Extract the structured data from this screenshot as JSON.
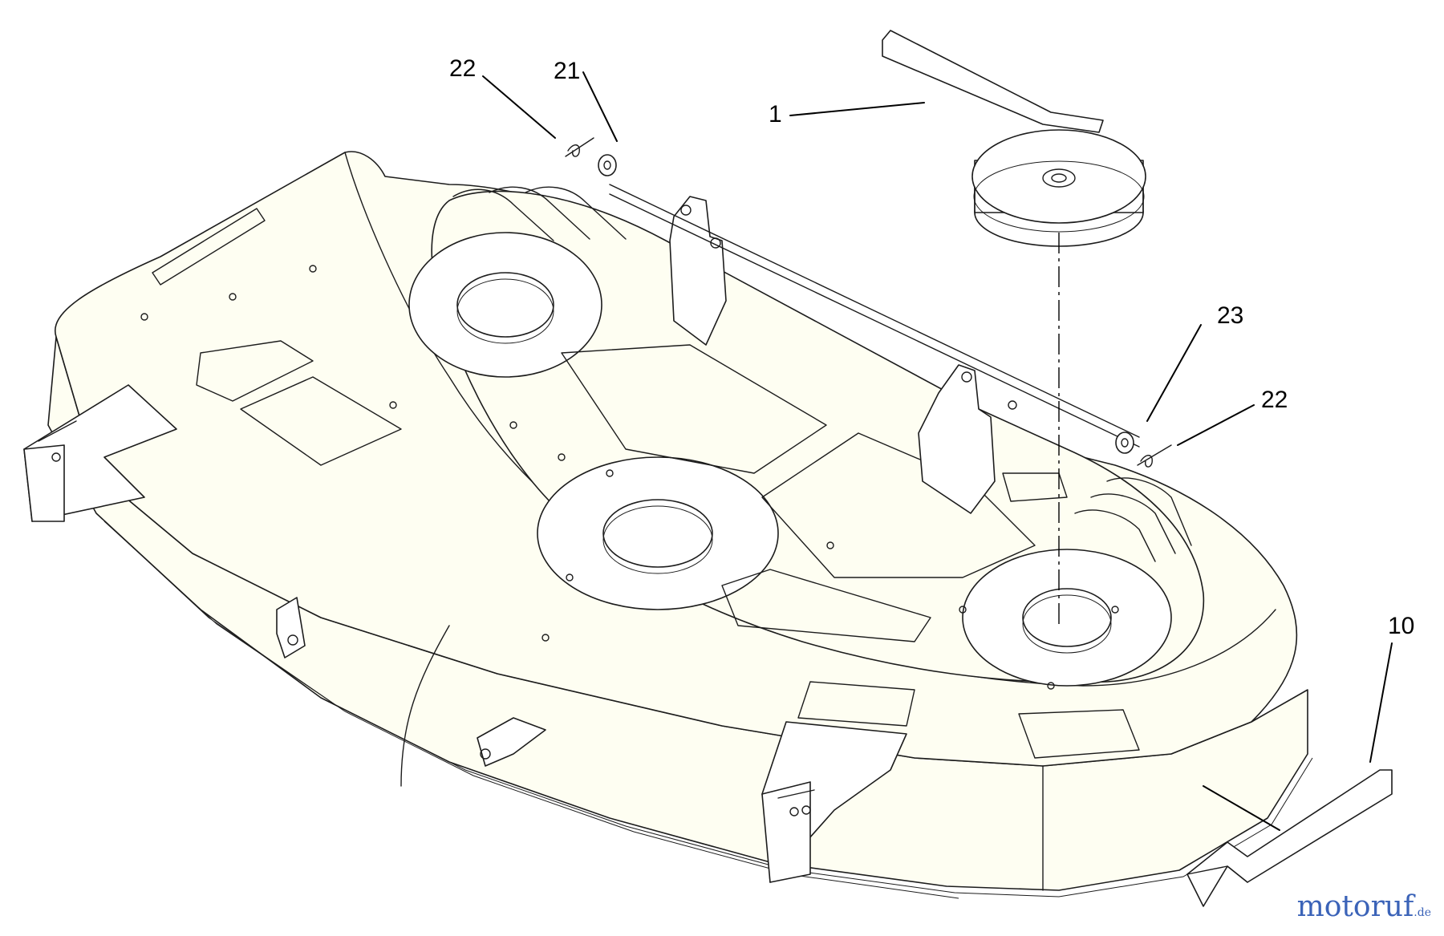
{
  "callouts": {
    "c1": "1",
    "c10": "10",
    "c21": "21",
    "c22a": "22",
    "c22b": "22",
    "c23": "23"
  },
  "watermark": {
    "brand": "motoruf",
    "tld": ".de",
    "brand_color": "#3b63b8",
    "dot_color": "#e0a020"
  }
}
